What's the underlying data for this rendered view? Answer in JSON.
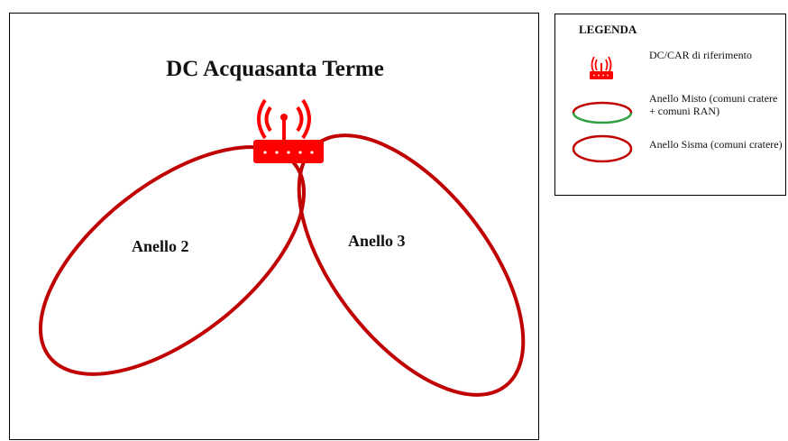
{
  "diagram": {
    "title": "DC Acquasanta Terme",
    "rings": [
      {
        "label": "Anello 2"
      },
      {
        "label": "Anello 3"
      }
    ],
    "colors": {
      "ring": "#c00000",
      "router": "#ff0000",
      "mixed": "#2ea043"
    }
  },
  "legend": {
    "title": "LEGENDA",
    "items": [
      {
        "icon": "antenna-router-icon",
        "text": "DC/CAR di riferimento"
      },
      {
        "icon": "mixed-ring-swatch",
        "text": "Anello Misto (comuni cratere + comuni RAN)"
      },
      {
        "icon": "sisma-ring-swatch",
        "text": "Anello Sisma (comuni cratere)"
      }
    ]
  }
}
